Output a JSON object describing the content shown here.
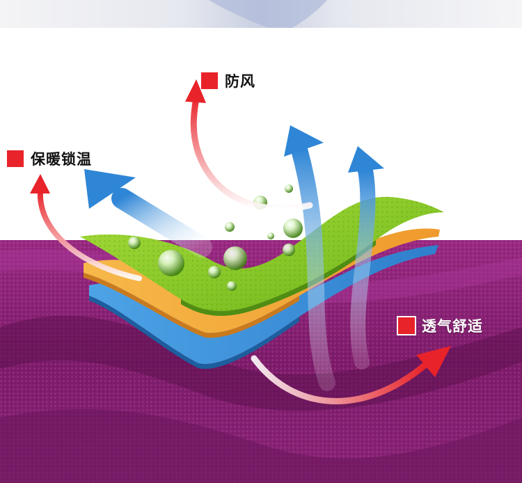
{
  "features": {
    "windproof": {
      "label": "防风"
    },
    "warmth": {
      "label": "保暖锁温"
    },
    "breathable": {
      "label": "透气舒适"
    }
  },
  "colors": {
    "fabric_purple": "#8a1f72",
    "layer_top_green": "#8ccf2a",
    "layer_middle_orange": "#f2a33a",
    "layer_bottom_blue": "#3a8fd9",
    "arrow_red": "#e8232a",
    "arrow_blue": "#2f86d6",
    "marker_red": "#e8232a"
  },
  "icons": [
    "red-warm-arrow",
    "blue-breath-arrow",
    "water-droplet",
    "red-square-marker"
  ]
}
